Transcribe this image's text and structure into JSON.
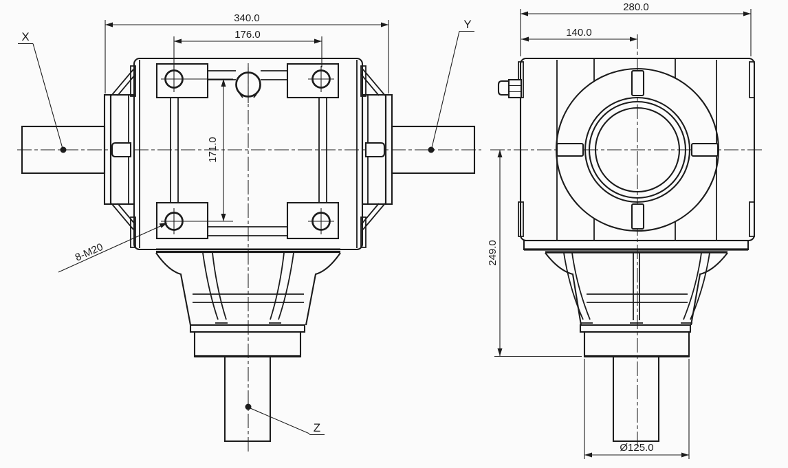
{
  "colors": {
    "background": "#fbfbfb",
    "line": "#1c1c1c"
  },
  "front_view": {
    "dim_overall_width": "340.0",
    "dim_bolt_span_horizontal": "176.0",
    "dim_bolt_span_vertical": "171.0",
    "bolt_callout": "8-M20",
    "shaft_labels": {
      "x": "X",
      "y": "Y",
      "z": "Z"
    }
  },
  "side_view": {
    "dim_overall_depth": "280.0",
    "dim_center_offset": "140.0",
    "dim_center_to_boss_bottom": "249.0",
    "dim_boss_diameter": "Ø125.0"
  }
}
